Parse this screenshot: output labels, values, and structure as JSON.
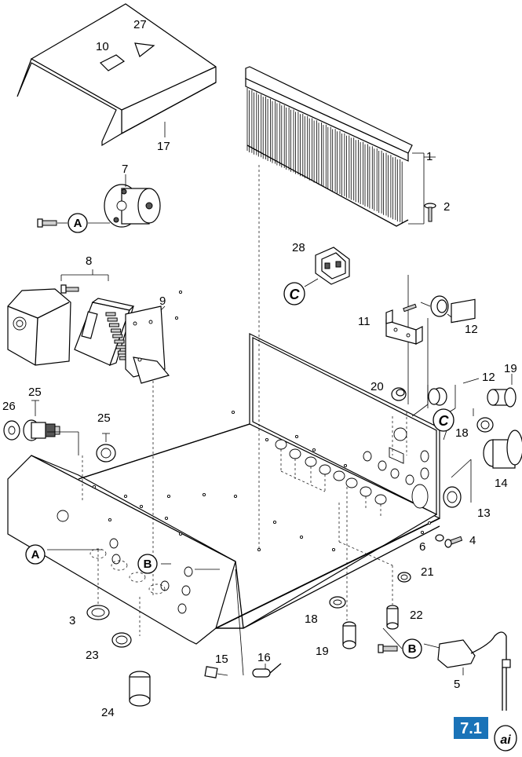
{
  "callouts": {
    "n1": "1",
    "n2": "2",
    "n3": "3",
    "n4": "4",
    "n5": "5",
    "n6": "6",
    "n7": "7",
    "n8": "8",
    "n9": "9",
    "n10": "10",
    "n11": "11",
    "n12a": "12",
    "n12b": "12",
    "n13": "13",
    "n14": "14",
    "n15": "15",
    "n16": "16",
    "n17": "17",
    "n18a": "18",
    "n18b": "18",
    "n19a": "19",
    "n19b": "19",
    "n20": "20",
    "n21": "21",
    "n22": "22",
    "n23": "23",
    "n24": "24",
    "n25a": "25",
    "n25b": "25",
    "n26": "26",
    "n27": "27",
    "n28": "28"
  },
  "refs": {
    "A1": "A",
    "A2": "A",
    "B1": "B",
    "B2": "B",
    "C1": "C",
    "C2": "C"
  },
  "badge": {
    "section": "7.1",
    "code": "ai",
    "color": "#1a73b8"
  }
}
